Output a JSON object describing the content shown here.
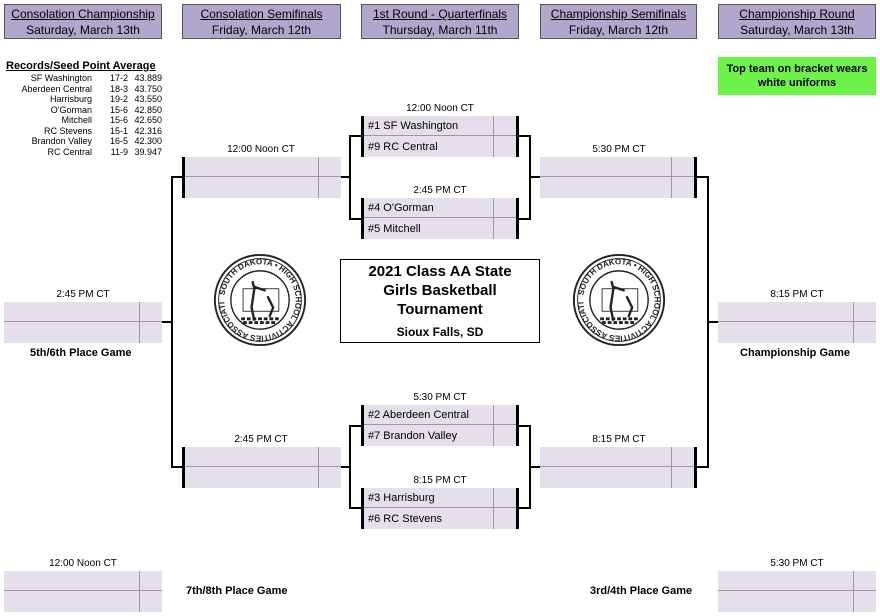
{
  "headers": [
    {
      "title": "Consolation Championship",
      "date": "Saturday, March 13th"
    },
    {
      "title": "Consolation Semifinals",
      "date": "Friday, March 12th"
    },
    {
      "title": "1st Round - Quarterfinals",
      "date": "Thursday, March 11th"
    },
    {
      "title": "Championship Semifinals",
      "date": "Friday, March 12th"
    },
    {
      "title": "Championship Round",
      "date": "Saturday, March 13th"
    }
  ],
  "records": {
    "title": "Records/Seed Point Average",
    "rows": [
      {
        "team": "SF Washington",
        "record": "17-2",
        "avg": "43.889"
      },
      {
        "team": "Aberdeen Central",
        "record": "18-3",
        "avg": "43.750"
      },
      {
        "team": "Harrisburg",
        "record": "19-2",
        "avg": "43.550"
      },
      {
        "team": "O'Gorman",
        "record": "15-6",
        "avg": "42.850"
      },
      {
        "team": "Mitchell",
        "record": "15-6",
        "avg": "42.650"
      },
      {
        "team": "RC Stevens",
        "record": "15-1",
        "avg": "42.316"
      },
      {
        "team": "Brandon Valley",
        "record": "16-5",
        "avg": "42.300"
      },
      {
        "team": "RC Central",
        "record": "11-9",
        "avg": "39.947"
      }
    ]
  },
  "note": "Top team on bracket wears white uniforms",
  "title": {
    "line1": "2021 Class AA State",
    "line2": "Girls Basketball",
    "line3": "Tournament",
    "location": "Sioux Falls, SD"
  },
  "logo_text": "SOUTH DAKOTA • HIGH SCHOOL ACTIVITIES ASSOCIATION",
  "games": {
    "qf1": {
      "time": "12:00 Noon CT",
      "top": "#1 SF Washington",
      "bottom": "#9 RC Central"
    },
    "qf2": {
      "time": "2:45 PM CT",
      "top": "#4 O'Gorman",
      "bottom": "#5 Mitchell"
    },
    "qf3": {
      "time": "5:30 PM CT",
      "top": "#2 Aberdeen Central",
      "bottom": "#7 Brandon Valley"
    },
    "qf4": {
      "time": "8:15 PM CT",
      "top": "#3 Harrisburg",
      "bottom": "#6 RC Stevens"
    },
    "cs1": {
      "time": "12:00 Noon CT"
    },
    "cs2": {
      "time": "2:45 PM CT"
    },
    "ss1": {
      "time": "5:30 PM CT"
    },
    "ss2": {
      "time": "8:15 PM CT"
    },
    "p56": {
      "time": "2:45 PM CT",
      "label": "5th/6th Place Game"
    },
    "champ": {
      "time": "8:15 PM CT",
      "label": "Championship Game"
    },
    "p78": {
      "time": "12:00 Noon CT",
      "label": "7th/8th Place Game"
    },
    "p34": {
      "time": "5:30 PM CT",
      "label": "3rd/4th Place Game"
    }
  }
}
